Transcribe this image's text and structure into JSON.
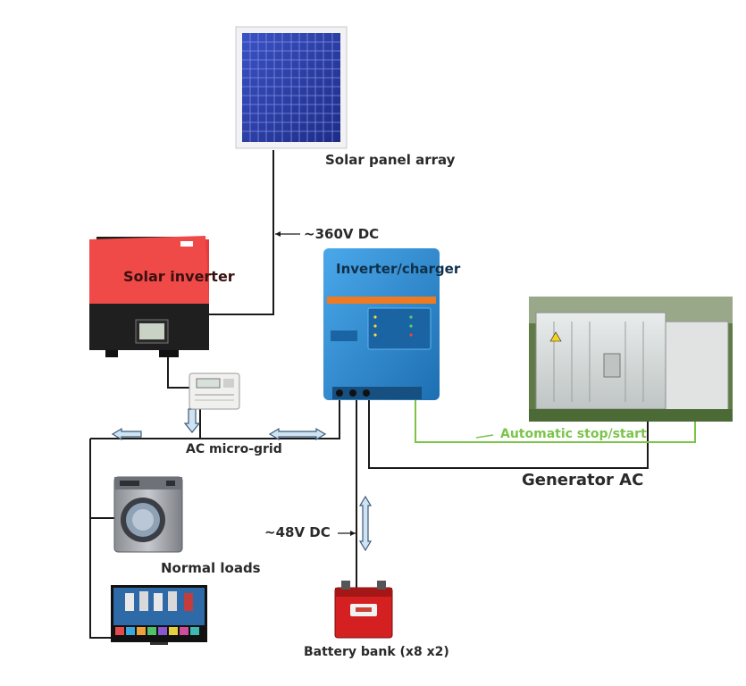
{
  "labels": {
    "solar_panel_array": "Solar panel array",
    "dc_high_voltage": "~360V DC",
    "solar_inverter": "Solar inverter",
    "inverter_charger": "Inverter/charger",
    "ac_micro_grid": "AC micro-grid",
    "automatic_stop_start": "Automatic stop/start",
    "generator_ac": "Generator AC",
    "dc_battery_voltage": "~48V DC",
    "normal_loads": "Normal loads",
    "battery_bank": "Battery bank (x8 x2)"
  },
  "colors": {
    "wire": "#1a1a1a",
    "control_wire": "#7bc44a",
    "arrow_fill": "#cfe3f3",
    "arrow_stroke": "#3b5a78",
    "solar_inverter_red": "#e83a3a",
    "inverter_blue": "#2b8fd6",
    "battery_red": "#d42020",
    "panel_blue": "#2c3fa8"
  },
  "icons": [
    "solar-panel-icon",
    "solar-inverter-icon",
    "energy-meter-icon",
    "inverter-charger-icon",
    "generator-icon",
    "washing-machine-icon",
    "television-icon",
    "battery-icon"
  ]
}
